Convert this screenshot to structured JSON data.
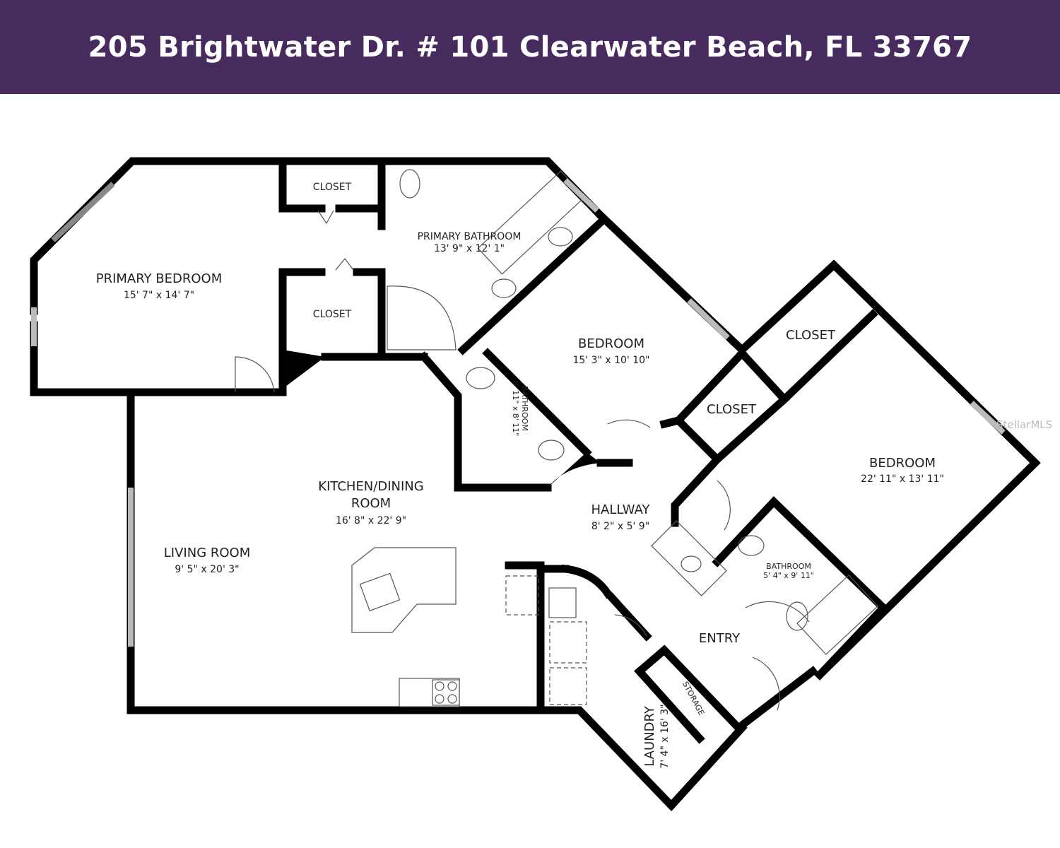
{
  "header": {
    "title": "205 Brightwater Dr. # 101 Clearwater Beach, FL 33767"
  },
  "rooms": {
    "primary_bedroom": {
      "name": "PRIMARY BEDROOM",
      "dims": "15' 7\" x 14' 7\""
    },
    "closet_1": {
      "name": "CLOSET"
    },
    "closet_2": {
      "name": "CLOSET"
    },
    "primary_bathroom": {
      "name": "PRIMARY BATHROOM",
      "dims": "13' 9\" x 12' 1\""
    },
    "bedroom_2": {
      "name": "BEDROOM",
      "dims": "15' 3\" x 10' 10\""
    },
    "bathroom_2": {
      "name": "BATHROOM",
      "dims": "8' 11\" x 8' 11\""
    },
    "closet_3": {
      "name": "CLOSET"
    },
    "closet_4": {
      "name": "CLOSET"
    },
    "bedroom_3": {
      "name": "BEDROOM",
      "dims": "22' 11\" x 13' 11\""
    },
    "kitchen_dining": {
      "name_line1": "KITCHEN/DINING",
      "name_line2": "ROOM",
      "dims": "16' 8\" x 22' 9\""
    },
    "hallway": {
      "name": "HALLWAY",
      "dims": "8' 2\" x 5' 9\""
    },
    "living_room": {
      "name": "LIVING ROOM",
      "dims": "9' 5\" x 20' 3\""
    },
    "bathroom_3": {
      "name": "BATHROOM",
      "dims": "5' 4\" x 9' 11\""
    },
    "entry": {
      "name": "ENTRY"
    },
    "storage": {
      "name": "STORAGE"
    },
    "laundry": {
      "name": "LAUNDRY",
      "dims": "7' 4\" x 16' 3\""
    }
  },
  "watermark": "StellarMLS",
  "colors": {
    "header_bg": "#472b5f",
    "wall": "#000000"
  }
}
